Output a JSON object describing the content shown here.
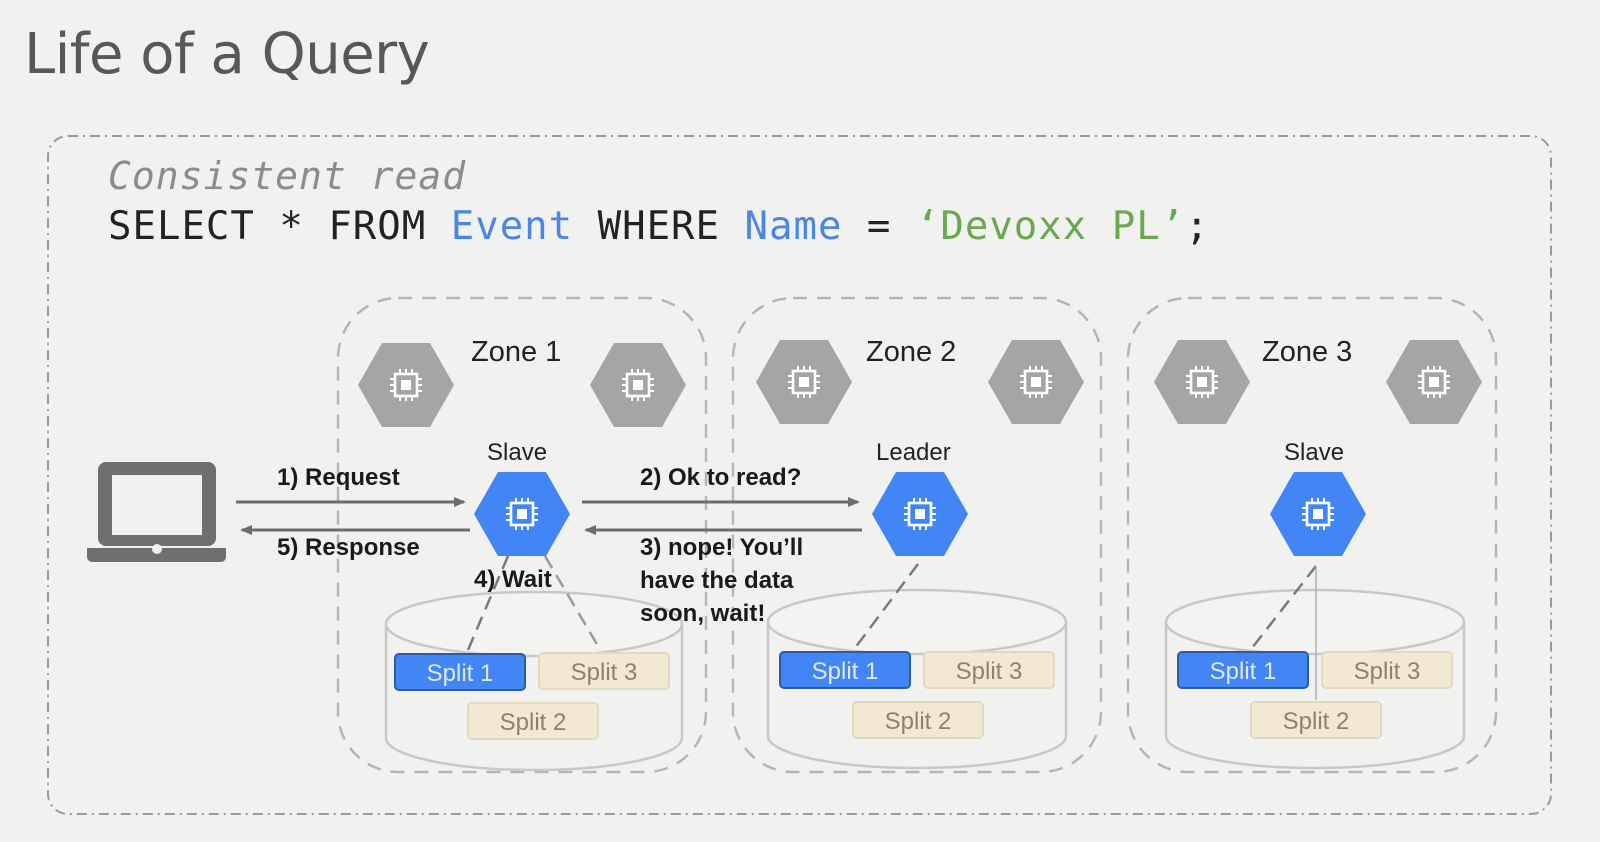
{
  "slide": {
    "title": "Life of a Query"
  },
  "code": {
    "comment": "Consistent read",
    "parts": {
      "p1": "SELECT * FROM ",
      "table": "Event",
      "p2": " WHERE ",
      "column": "Name",
      "p3": " = ",
      "value": "‘Devoxx PL’",
      "p4": ";"
    }
  },
  "colors": {
    "background": "#f1f2f0",
    "active_node": "#4285f4",
    "inactive_node": "#a5a5a5",
    "split_active": "#4285f4",
    "split_idle": "#f3e9d2",
    "keyword_blue": "#4a86e8",
    "string_green": "#6aa84f"
  },
  "client": {
    "icon": "laptop-icon"
  },
  "zones": [
    {
      "label": "Zone 1",
      "role": "Slave",
      "splits": {
        "s1": "Split 1",
        "s2": "Split 2",
        "s3": "Split 3"
      }
    },
    {
      "label": "Zone 2",
      "role": "Leader",
      "splits": {
        "s1": "Split 1",
        "s2": "Split 2",
        "s3": "Split 3"
      }
    },
    {
      "label": "Zone 3",
      "role": "Slave",
      "splits": {
        "s1": "Split 1",
        "s2": "Split 2",
        "s3": "Split 3"
      }
    }
  ],
  "steps": {
    "s1": "1) Request",
    "s2": "2) Ok to read?",
    "s3_l1": "3) nope! You’ll",
    "s3_l2": "have the data",
    "s3_l3": "soon, wait!",
    "s4": "4) Wait",
    "s5": "5) Response"
  }
}
